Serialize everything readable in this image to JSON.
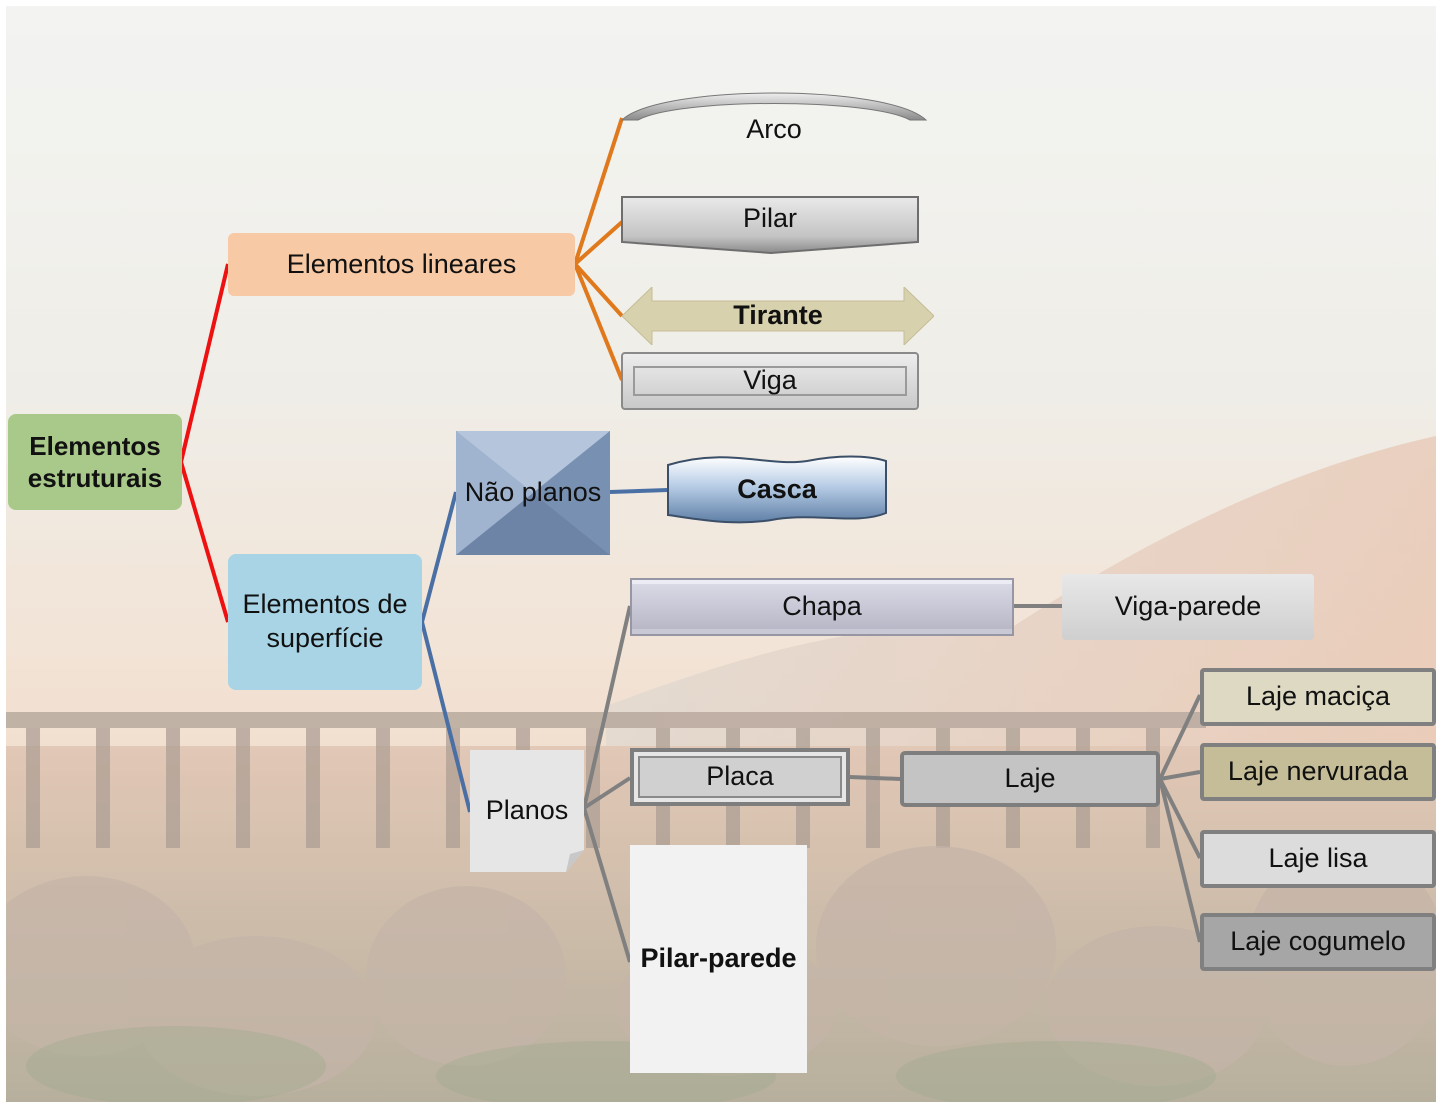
{
  "diagram": {
    "root": "Elementos estruturais",
    "linear": {
      "label": "Elementos lineares",
      "children": [
        "Arco",
        "Pilar",
        "Tirante",
        "Viga"
      ]
    },
    "surface": {
      "label": "Elementos de superfície",
      "nonplanar": {
        "label": "Não planos",
        "children": [
          "Casca"
        ]
      },
      "planar": {
        "label": "Planos",
        "chapa": {
          "label": "Chapa",
          "child": "Viga-parede"
        },
        "placa": {
          "label": "Placa",
          "laje": {
            "label": "Laje",
            "children": [
              "Laje maciça",
              "Laje nervurada",
              "Laje lisa",
              "Laje cogumelo"
            ]
          }
        },
        "pilar_parede": "Pilar-parede"
      }
    }
  },
  "colors": {
    "root": "#a9c98a",
    "linear": "#f7c9a4",
    "surface": "#a8d4e6",
    "edge_root": "#ee1111",
    "edge_linear": "#e0781c",
    "edge_surface": "#4a6fa5",
    "edge_planar": "#808080",
    "laje_macica": "#ddd9c3",
    "laje_nervurada": "#c4bd97",
    "laje_lisa": "#dcdcdc",
    "laje_cogumelo": "#a6a6a6"
  }
}
